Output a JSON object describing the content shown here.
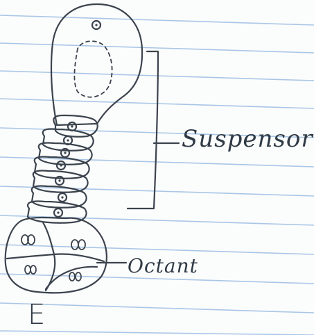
{
  "labels": {
    "suspensor": "Suspensor",
    "octant": "Octant",
    "embryo": "E"
  },
  "colors": {
    "paper": "#fbfcfc",
    "rule_line": "#a9c6e6",
    "ink": "#3b434d"
  }
}
